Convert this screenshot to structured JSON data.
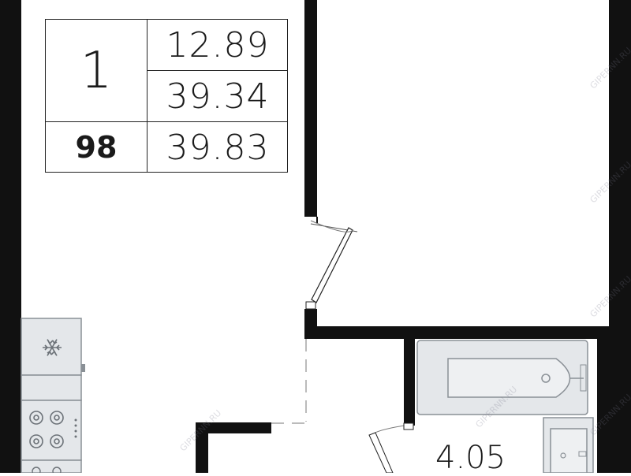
{
  "apartment": {
    "rooms": "1",
    "number": "98",
    "areas": [
      "12.89",
      "39.34",
      "39.83"
    ]
  },
  "bathroom": {
    "area": "4.05"
  },
  "watermark": "GIPERNN.RU",
  "colors": {
    "wall": "#111111",
    "fixture_fill": "#e4e7ea",
    "fixture_stroke": "#8a9096"
  },
  "icons": {
    "freezer": "snowflake-icon",
    "stove": "cooktop-icon"
  }
}
